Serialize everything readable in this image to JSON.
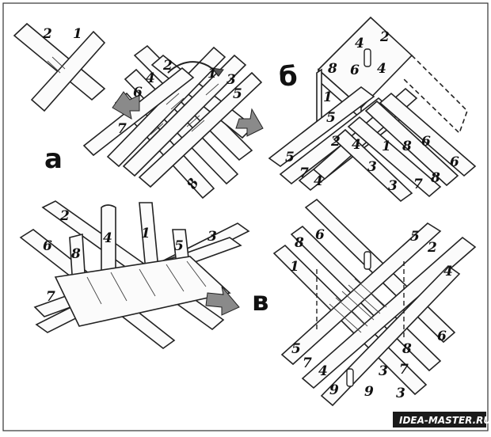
{
  "panels": {
    "a": {
      "letter": "а",
      "small_labels": [
        "1",
        "2"
      ],
      "labels": [
        "1",
        "2",
        "3",
        "4",
        "5",
        "6",
        "7",
        "8"
      ]
    },
    "b": {
      "letter": "б",
      "top_labels": [
        "2",
        "4",
        "4",
        "6",
        "8",
        "1",
        "5"
      ],
      "bottom_labels": [
        "5",
        "7",
        "4",
        "2",
        "4",
        "3",
        "1",
        "3",
        "8",
        "7",
        "6",
        "8",
        "6"
      ]
    },
    "bottom_left": {
      "labels": [
        "2",
        "6",
        "7",
        "8",
        "4",
        "1",
        "5",
        "3"
      ]
    },
    "v": {
      "letter": "в",
      "labels": [
        "8",
        "6",
        "1",
        "5",
        "2",
        "4",
        "5",
        "7",
        "4",
        "9",
        "9",
        "3",
        "3",
        "7",
        "8",
        "6"
      ]
    }
  },
  "watermark": "IDEA-MASTER.RU"
}
